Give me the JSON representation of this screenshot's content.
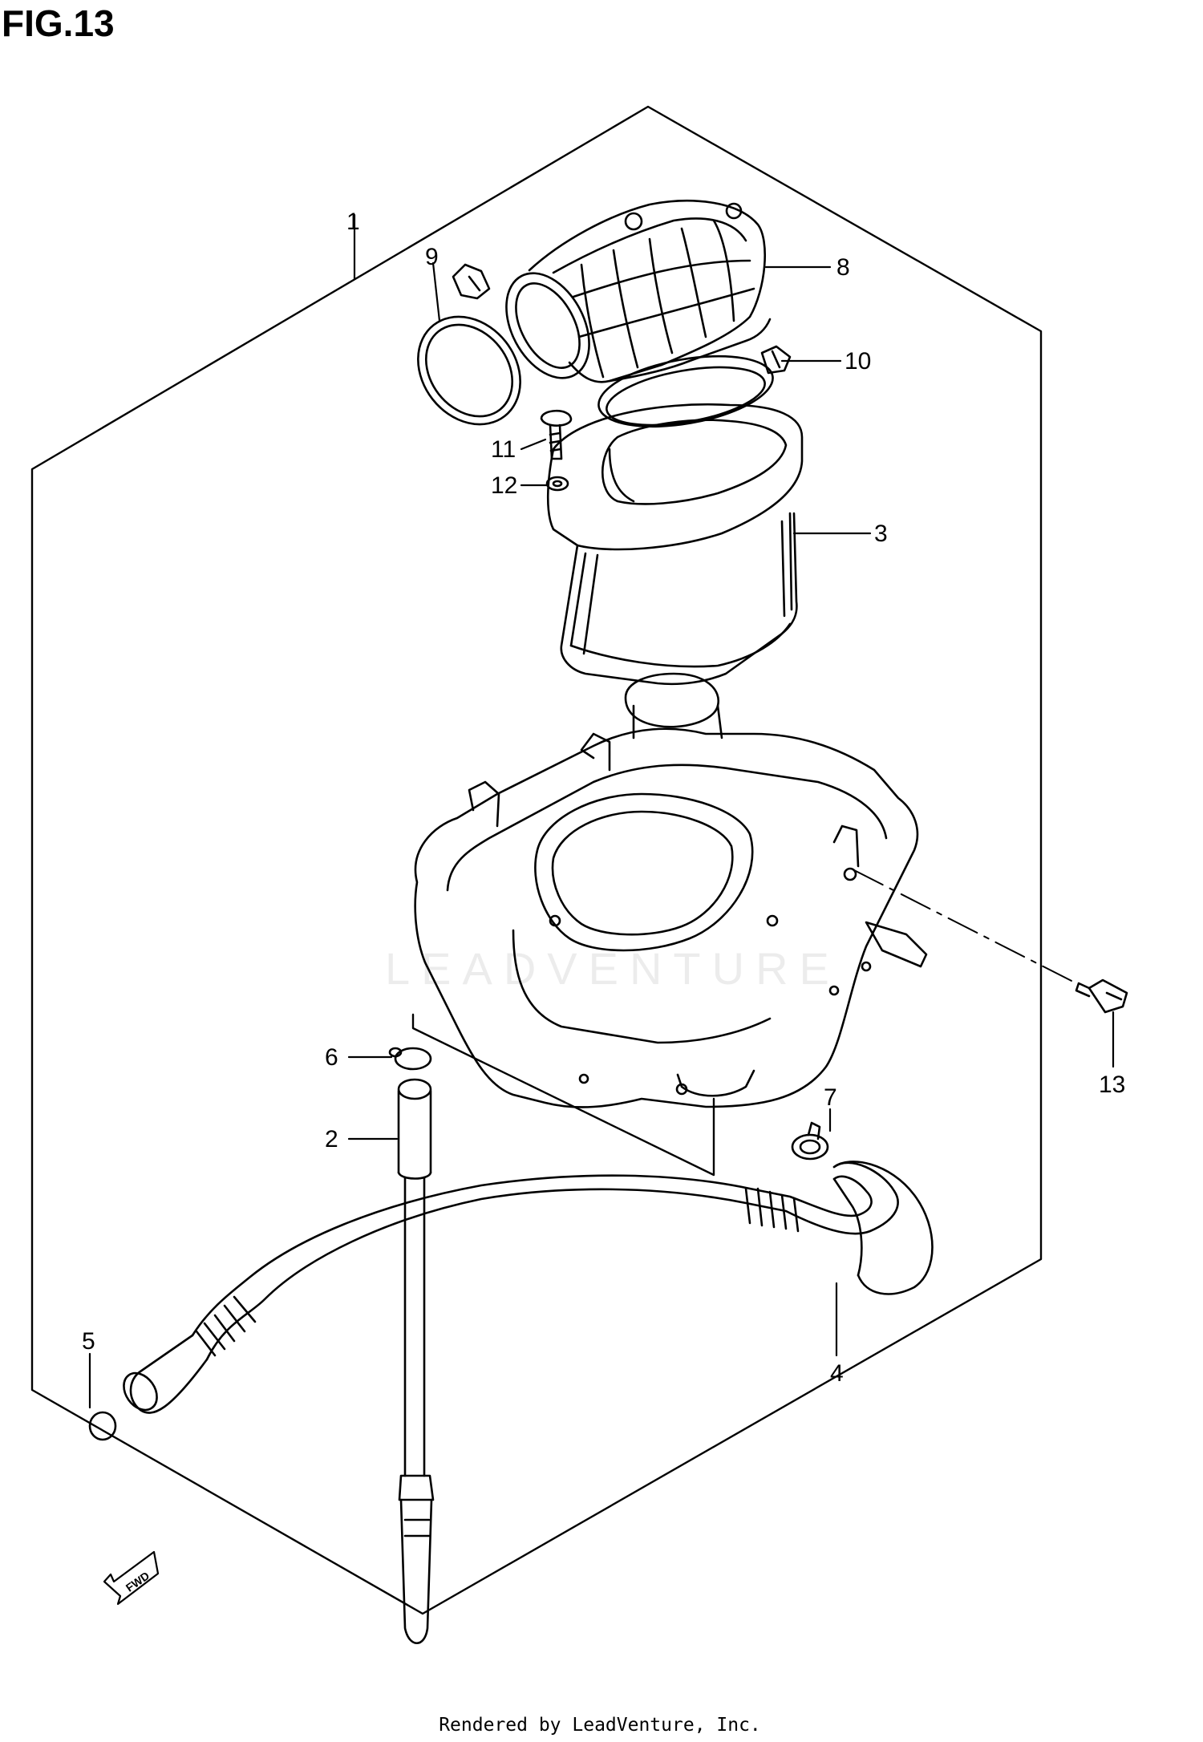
{
  "figure": {
    "title": "FIG.13"
  },
  "watermark": "LEADVENTURE",
  "footer": "Rendered by LeadVenture, Inc.",
  "fwd_label": "FWD",
  "parts": [
    {
      "ref": "1"
    },
    {
      "ref": "2"
    },
    {
      "ref": "3"
    },
    {
      "ref": "4"
    },
    {
      "ref": "5"
    },
    {
      "ref": "6"
    },
    {
      "ref": "7"
    },
    {
      "ref": "8"
    },
    {
      "ref": "9"
    },
    {
      "ref": "10"
    },
    {
      "ref": "11"
    },
    {
      "ref": "12"
    },
    {
      "ref": "13"
    }
  ]
}
